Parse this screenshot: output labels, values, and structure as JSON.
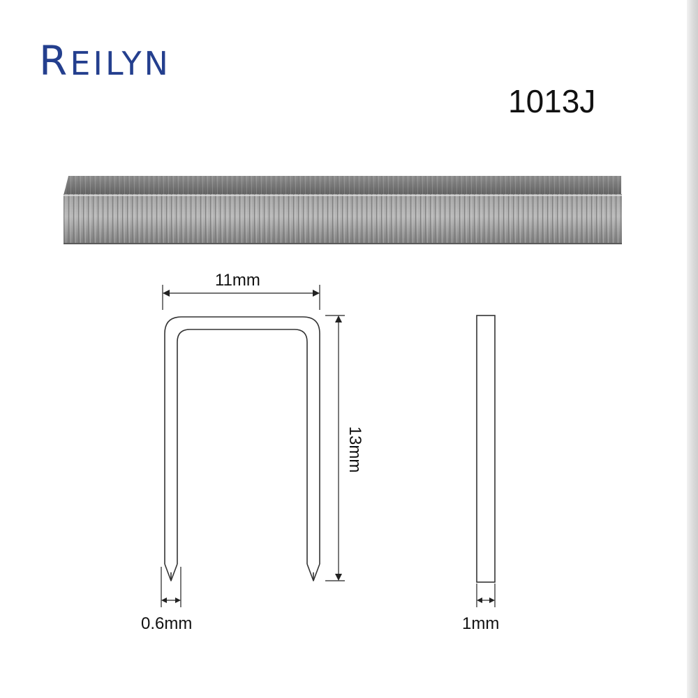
{
  "brand": {
    "name": "REILYN",
    "cap_letter": "R",
    "rest_letters": "EILYN"
  },
  "product": {
    "model": "1013J"
  },
  "dimensions": {
    "crown_width": "11mm",
    "leg_length": "13mm",
    "wire_thickness": "0.6mm",
    "staple_depth": "1mm"
  },
  "colors": {
    "brand_blue": "#243f8e",
    "text": "#111111",
    "outline": "#333333",
    "steel_light": "#b9b9b9",
    "steel_dark": "#6a6a6a"
  }
}
